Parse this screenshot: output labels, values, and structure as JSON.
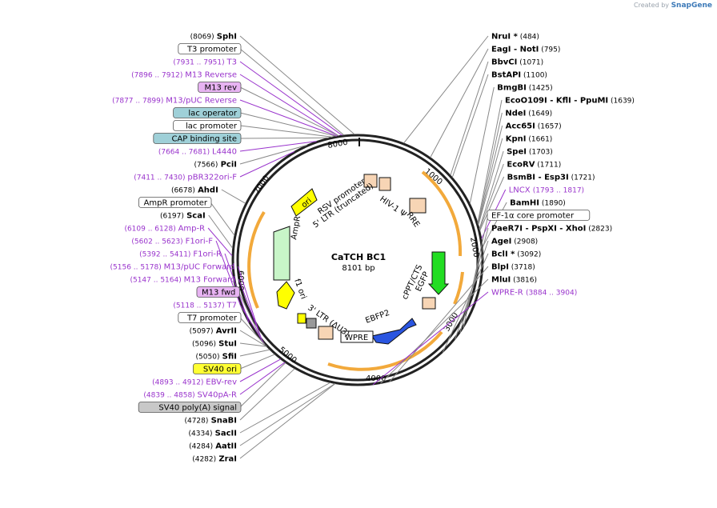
{
  "brand": {
    "prefix": "Created by",
    "name": "SnapGene"
  },
  "plasmid": {
    "name": "CaTCH BC1",
    "size_label": "8101 bp",
    "length": 8101
  },
  "ticks": [
    "1000",
    "2000",
    "3000",
    "4000",
    "5000",
    "6000",
    "7000",
    "8000"
  ],
  "enzymes": [
    {
      "label": "SphI",
      "pos": "(8069)",
      "bp": 8069
    },
    {
      "label": "NruI *",
      "pos": "(484)",
      "bp": 484
    },
    {
      "label": "EagI",
      "suffix": "- NotI",
      "pos": "(795)",
      "bp": 795
    },
    {
      "label": "BbvCI",
      "pos": "(1071)",
      "bp": 1071
    },
    {
      "label": "BstAPI",
      "pos": "(1100)",
      "bp": 1100
    },
    {
      "label": "BmgBI",
      "pos": "(1425)",
      "bp": 1425
    },
    {
      "label": "EcoO109I",
      "suffix": "- KflI - PpuMI",
      "pos": "(1639)",
      "bp": 1639
    },
    {
      "label": "NdeI",
      "pos": "(1649)",
      "bp": 1649
    },
    {
      "label": "Acc65I",
      "pos": "(1657)",
      "bp": 1657
    },
    {
      "label": "KpnI",
      "pos": "(1661)",
      "bp": 1661
    },
    {
      "label": "SpeI",
      "pos": "(1703)",
      "bp": 1703
    },
    {
      "label": "EcoRV",
      "pos": "(1711)",
      "bp": 1711
    },
    {
      "label": "BsmBI",
      "suffix": "- Esp3I",
      "pos": "(1721)",
      "bp": 1721
    },
    {
      "label": "BamHI",
      "pos": "(1890)",
      "bp": 1890
    },
    {
      "label": "PaeR7I",
      "suffix": "- PspXI - XhoI",
      "pos": "(2823)",
      "bp": 2823
    },
    {
      "label": "AgeI",
      "pos": "(2908)",
      "bp": 2908
    },
    {
      "label": "BclI *",
      "pos": "(3092)",
      "bp": 3092
    },
    {
      "label": "BlpI",
      "pos": "(3718)",
      "bp": 3718
    },
    {
      "label": "MluI",
      "pos": "(3816)",
      "bp": 3816
    },
    {
      "label": "ZraI",
      "pos": "(4282)",
      "bp": 4282
    },
    {
      "label": "AatII",
      "pos": "(4284)",
      "bp": 4284
    },
    {
      "label": "SacII",
      "pos": "(4334)",
      "bp": 4334
    },
    {
      "label": "SnaBI",
      "pos": "(4728)",
      "bp": 4728
    },
    {
      "label": "SfiI",
      "pos": "(5050)",
      "bp": 5050
    },
    {
      "label": "StuI",
      "pos": "(5096)",
      "bp": 5096
    },
    {
      "label": "AvrII",
      "pos": "(5097)",
      "bp": 5097
    },
    {
      "label": "ScaI",
      "pos": "(6197)",
      "bp": 6197
    },
    {
      "label": "AhdI",
      "pos": "(6678)",
      "bp": 6678
    },
    {
      "label": "PciI",
      "pos": "(7566)",
      "bp": 7566
    }
  ],
  "primers": [
    {
      "label": "T3",
      "range": "(7931 .. 7951)",
      "bp": 7941
    },
    {
      "label": "M13 Reverse",
      "range": "(7896 .. 7912)",
      "bp": 7904
    },
    {
      "label": "M13/pUC Reverse",
      "range": "(7877 .. 7899)",
      "bp": 7888
    },
    {
      "label": "L4440",
      "range": "(7664 .. 7681)",
      "bp": 7672
    },
    {
      "label": "pBR322ori-F",
      "range": "(7411 .. 7430)",
      "bp": 7420
    },
    {
      "label": "LNCX",
      "range": "(1793 .. 1817)",
      "bp": 1805
    },
    {
      "label": "Amp-R",
      "range": "(6109 .. 6128)",
      "bp": 6118
    },
    {
      "label": "F1ori-F",
      "range": "(5602 .. 5623)",
      "bp": 5612
    },
    {
      "label": "F1ori-R",
      "range": "(5392 .. 5411)",
      "bp": 5401
    },
    {
      "label": "M13/pUC Forward",
      "range": "(5156 .. 5178)",
      "bp": 5167
    },
    {
      "label": "M13 Forward",
      "range": "(5147 .. 5164)",
      "bp": 5155
    },
    {
      "label": "T7",
      "range": "(5118 .. 5137)",
      "bp": 5127
    },
    {
      "label": "EBV-rev",
      "range": "(4893 .. 4912)",
      "bp": 4902
    },
    {
      "label": "SV40pA-R",
      "range": "(4839 .. 4858)",
      "bp": 4848
    },
    {
      "label": "WPRE-R",
      "range": "(3884 .. 3904)",
      "bp": 3894
    }
  ],
  "boxed_features": [
    {
      "label": "T3 promoter",
      "color": "#ffffff",
      "bp": 7960
    },
    {
      "label": "M13 rev",
      "color": "#e7b3f2",
      "bp": 7904
    },
    {
      "label": "lac operator",
      "color": "#9fd0d8",
      "bp": 7880
    },
    {
      "label": "lac promoter",
      "color": "#ffffff",
      "bp": 7840
    },
    {
      "label": "CAP binding site",
      "color": "#9fd0d8",
      "bp": 7800
    },
    {
      "label": "AmpR promoter",
      "color": "#ffffff",
      "bp": 6330
    },
    {
      "label": "M13 fwd",
      "color": "#e7b3f2",
      "bp": 5155
    },
    {
      "label": "T7 promoter",
      "color": "#ffffff",
      "bp": 5120
    },
    {
      "label": "SV40 ori",
      "color": "#ffff33",
      "bp": 4980
    },
    {
      "label": "SV40 poly(A) signal",
      "color": "#c8c8c8",
      "bp": 4840
    },
    {
      "label": "EF-1α core promoter",
      "color": "#ffffff",
      "bp": 2760
    }
  ],
  "inner_labels": [
    {
      "label": "RSV promoter",
      "color": "#000000"
    },
    {
      "label": "5' LTR (truncated)",
      "color": "#000000"
    },
    {
      "label": "HIV-1 Ψ",
      "color": "#000000"
    },
    {
      "label": "RRE",
      "color": "#000000"
    },
    {
      "label": "cPPT/CTS",
      "color": "#000000"
    },
    {
      "label": "EGFP",
      "color": "#000000"
    },
    {
      "label": "EBFP2",
      "color": "#000000"
    },
    {
      "label": "WPRE",
      "color": "#000000"
    },
    {
      "label": "3' LTR (ΔU3)",
      "color": "#000000"
    },
    {
      "label": "f1 ori",
      "color": "#000000"
    },
    {
      "label": "AmpR",
      "color": "#000000"
    },
    {
      "label": "ori",
      "color": "#000000"
    }
  ],
  "colors": {
    "enzyme": "#000000",
    "primer": "#9933cc",
    "orf": "#f2a93b",
    "egfp": "#22dd22",
    "ebfp2": "#2a55e0",
    "ampr": "#c8f5c8",
    "ori": "#ffff00",
    "ltr": "#f7d5b5",
    "wpre": "#ffffff"
  }
}
